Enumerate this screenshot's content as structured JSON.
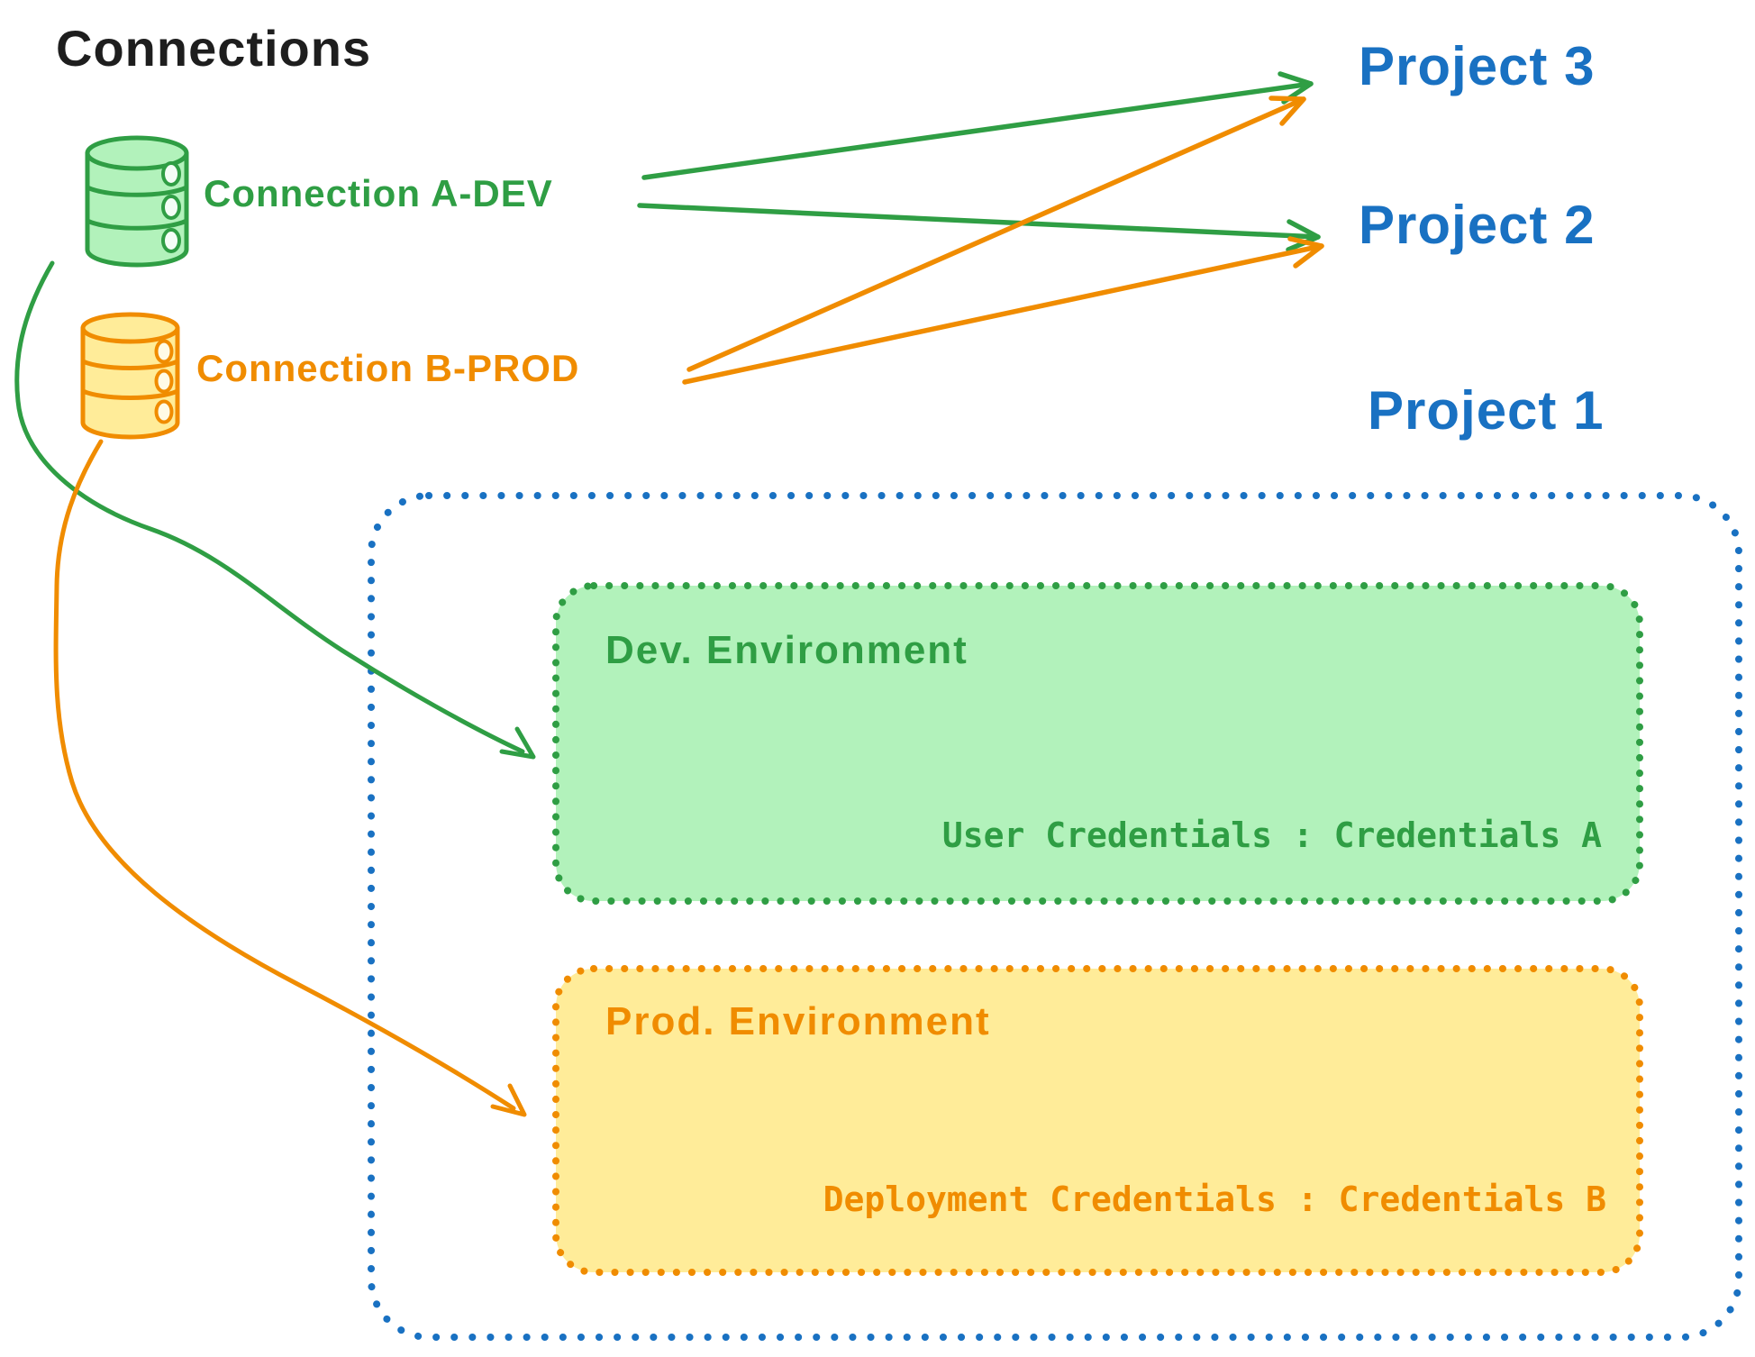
{
  "colors": {
    "ink": "#1e1e1e",
    "green": "#2f9e44",
    "green_fill": "#b2f2bb",
    "orange": "#f08c00",
    "orange_fill": "#ffec99",
    "blue": "#1971c2",
    "background": "#ffffff"
  },
  "title": "Connections",
  "connections": [
    {
      "label": "Connection A-DEV",
      "color": "#2f9e44",
      "icon": "database-icon"
    },
    {
      "label": "Connection B-PROD",
      "color": "#f08c00",
      "icon": "database-icon"
    }
  ],
  "projects": [
    {
      "label": "Project 3"
    },
    {
      "label": "Project 2"
    },
    {
      "label": "Project 1"
    }
  ],
  "project1": {
    "environments": [
      {
        "name": "Dev. Environment",
        "credentials": "User Credentials : Credentials A"
      },
      {
        "name": "Prod. Environment",
        "credentials": "Deployment Credentials : Credentials B"
      }
    ]
  },
  "edges": [
    {
      "from": "Connection A-DEV",
      "to": "Project 3"
    },
    {
      "from": "Connection A-DEV",
      "to": "Project 2"
    },
    {
      "from": "Connection B-PROD",
      "to": "Project 3"
    },
    {
      "from": "Connection B-PROD",
      "to": "Project 2"
    },
    {
      "from": "Connection A-DEV",
      "to": "Dev. Environment"
    },
    {
      "from": "Connection B-PROD",
      "to": "Prod. Environment"
    }
  ]
}
